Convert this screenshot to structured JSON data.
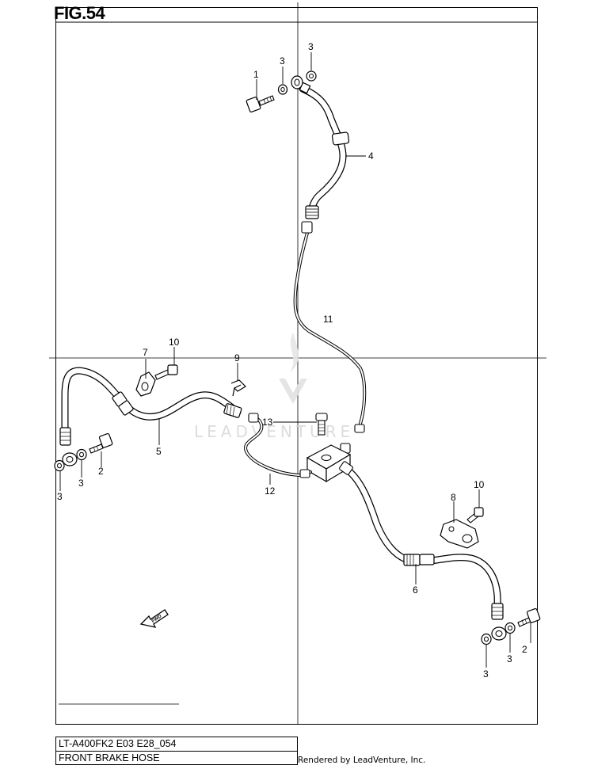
{
  "figure": {
    "title": "FIG.54"
  },
  "callouts": [
    {
      "id": "c1",
      "text": "1"
    },
    {
      "id": "c3a",
      "text": "3"
    },
    {
      "id": "c3b",
      "text": "3"
    },
    {
      "id": "c4",
      "text": "4"
    },
    {
      "id": "c11",
      "text": "11"
    },
    {
      "id": "c7",
      "text": "7"
    },
    {
      "id": "c10a",
      "text": "10"
    },
    {
      "id": "c9",
      "text": "9"
    },
    {
      "id": "c13",
      "text": "13"
    },
    {
      "id": "c5",
      "text": "5"
    },
    {
      "id": "c2a",
      "text": "2"
    },
    {
      "id": "c3c",
      "text": "3"
    },
    {
      "id": "c3d",
      "text": "3"
    },
    {
      "id": "c12",
      "text": "12"
    },
    {
      "id": "c10b",
      "text": "10"
    },
    {
      "id": "c8",
      "text": "8"
    },
    {
      "id": "c6",
      "text": "6"
    },
    {
      "id": "c3e",
      "text": "3"
    },
    {
      "id": "c3f",
      "text": "3"
    },
    {
      "id": "c2b",
      "text": "2"
    }
  ],
  "fwd_marker": {
    "text": "FWD"
  },
  "watermark": {
    "text": "LEADVENTURE"
  },
  "info": {
    "model_code": "LT-A400FK2 E03 E28_054",
    "section_name": "FRONT BRAKE HOSE"
  },
  "footer": {
    "rendered_by": "Rendered by LeadVenture, Inc."
  }
}
